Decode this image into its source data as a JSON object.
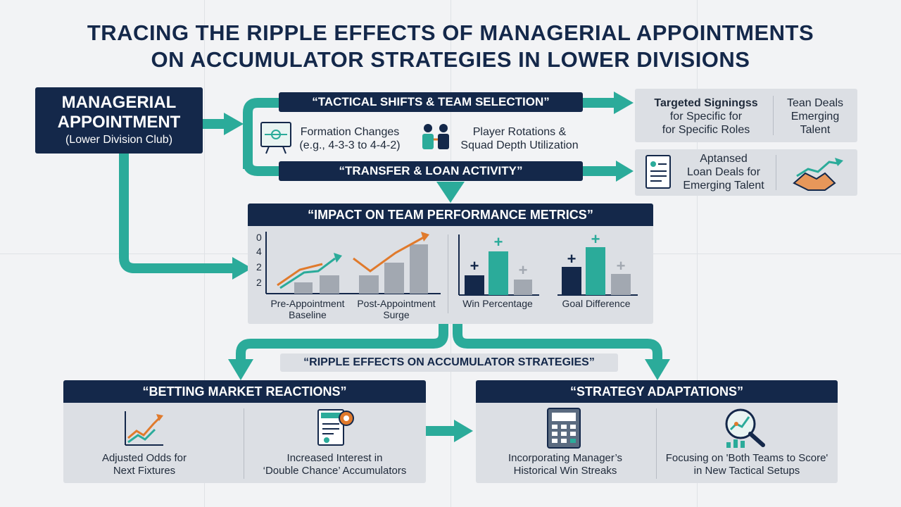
{
  "title": {
    "line1": "TRACING THE RIPPLE EFFECTS OF MANAGERIAL APPOINTMENTS",
    "line2": "ON ACCUMULATOR STRATEGIES IN LOWER DIVISIONS"
  },
  "manager_box": {
    "line1": "MANAGERIAL",
    "line2": "APPOINTMENT",
    "sub": "(Lower Division Club)"
  },
  "tactical": {
    "label": "“TACTICAL SHIFTS & TEAM SELECTION”",
    "item1_line1": "Formation Changes",
    "item1_line2": "(e.g., 4-3-3 to 4-4-2)",
    "item2_line1": "Player Rotations &",
    "item2_line2": "Squad Depth Utilization"
  },
  "transfer": {
    "label": "“TRANSFER & LOAN ACTIVITY”"
  },
  "signings": {
    "left_line1": "Targeted Signingss",
    "left_line2": "for Specific for",
    "left_line3": "for Specific Roles",
    "right_line1": "Tean Deals",
    "right_line2": "Emerging",
    "right_line3": "Talent"
  },
  "loans": {
    "line1": "Aptansed",
    "line2": "Loan Deals for",
    "line3": "Emerging Talent"
  },
  "impact": {
    "label": "“IMPACT ON TEAM PERFORMANCE METRICS”",
    "chart1_caption_line1": "Pre-Appointment",
    "chart1_caption_line2": "Baseline",
    "chart2_caption_line1": "Post-Appointment",
    "chart2_caption_line2": "Surge",
    "chart3_caption": "Win Percentage",
    "chart4_caption": "Goal Difference",
    "y_ticks": [
      "0",
      "4",
      "2",
      "2"
    ]
  },
  "ripple_label": "“RIPPLE EFFECTS ON ACCUMULATOR STRATEGIES”",
  "betting": {
    "label": "“BETTING MARKET REACTIONS”",
    "item1_line1": "Adjusted Odds for",
    "item1_line2": "Next Fixtures",
    "item2_line1": "Increased Interest in",
    "item2_line2": "‘Double Chance’ Accumulators"
  },
  "strategy": {
    "label": "“STRATEGY ADAPTATIONS”",
    "item1_line1": "Incorporating Manager’s",
    "item1_line2": "Historical Win Streaks",
    "item2_line1": "Focusing on 'Both Teams to Score'",
    "item2_line2": "in New Tactical Setups"
  },
  "colors": {
    "navy": "#14284a",
    "teal": "#2bab9a",
    "orange": "#e07a2c",
    "grey_bar": "#a2a8b1",
    "panel": "#dcdfe4"
  }
}
